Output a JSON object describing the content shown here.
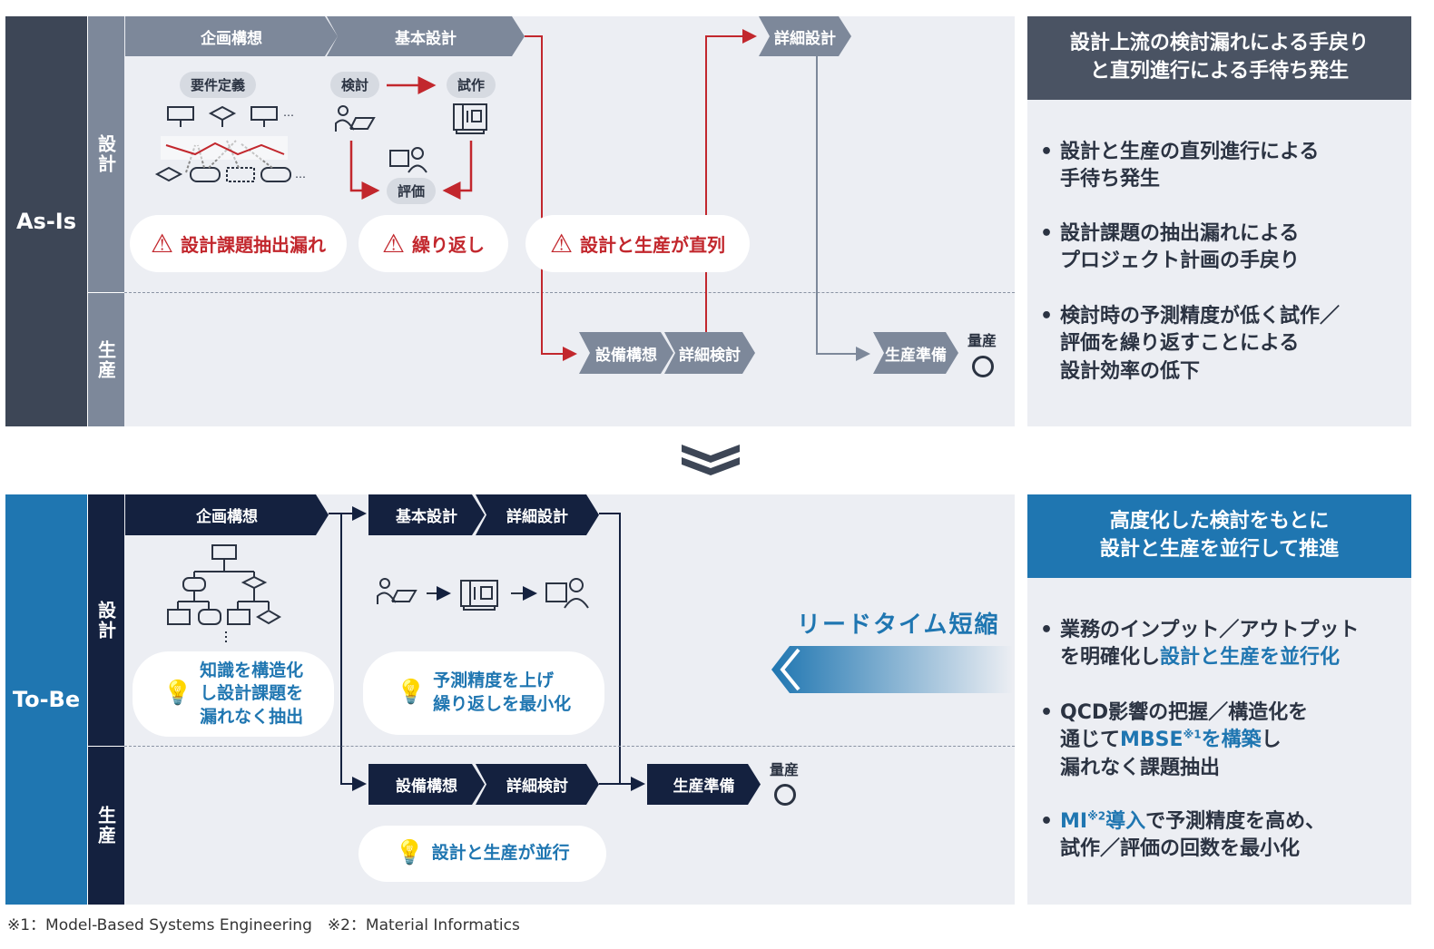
{
  "asis": {
    "label": "As-Is",
    "lanes": {
      "design": "設計",
      "production": "生産"
    },
    "chevrons": {
      "planning": "企画構想",
      "basic": "基本設計",
      "detail": "詳細設計",
      "equip": "設備構想",
      "detail_study": "詳細検討",
      "prep": "生産準備"
    },
    "tags": {
      "req": "要件定義",
      "study": "検討",
      "proto": "試作",
      "eval": "評価"
    },
    "mass": "量産",
    "issues": [
      "設計課題抽出漏れ",
      "繰り返し",
      "設計と生産が直列"
    ],
    "panel": {
      "title": "設計上流の検討漏れによる手戻り\nと直列進行による手待ち発生",
      "bullets": [
        "設計と生産の直列進行による\n手待ち発生",
        "設計課題の抽出漏れによる\nプロジェクト計画の手戻り",
        "検討時の予測精度が低く試作／\n評価を繰り返すことによる\n設計効率の低下"
      ]
    }
  },
  "tobe": {
    "label": "To-Be",
    "lanes": {
      "design": "設計",
      "production": "生産"
    },
    "chevrons": {
      "planning": "企画構想",
      "basic": "基本設計",
      "detail": "詳細設計",
      "equip": "設備構想",
      "detail_study": "詳細検討",
      "prep": "生産準備"
    },
    "mass": "量産",
    "ideas": [
      "知識を構造化\nし設計課題を\n漏れなく抽出",
      "予測精度を上げ\n繰り返しを最小化",
      "設計と生産が並行"
    ],
    "leadtime": "リードタイム短縮",
    "panel": {
      "title": "高度化した検討をもとに\n設計と生産を並行して推進",
      "b1a": "業務のインプット／アウトプット\nを明確化し",
      "b1b": "設計と生産を並行化",
      "b2a": "QCD影響の把握／構造化を\n通じて",
      "b2b": "MBSE",
      "b2sup": "※1",
      "b2c": "を構築",
      "b2d": "し\n漏れなく課題抽出",
      "b3a": "MI",
      "b3sup": "※2",
      "b3b": "導入",
      "b3c": "で予測精度を高め、\n試作／評価の回数を最小化"
    }
  },
  "footnote": "※1：Model-Based Systems Engineering　※2：Material Informatics",
  "colors": {
    "asis_dark": "#3d4656",
    "asis_gray": "#7d889a",
    "tobe_blue": "#1f76b1",
    "navy": "#14213f",
    "red": "#c2272d"
  }
}
